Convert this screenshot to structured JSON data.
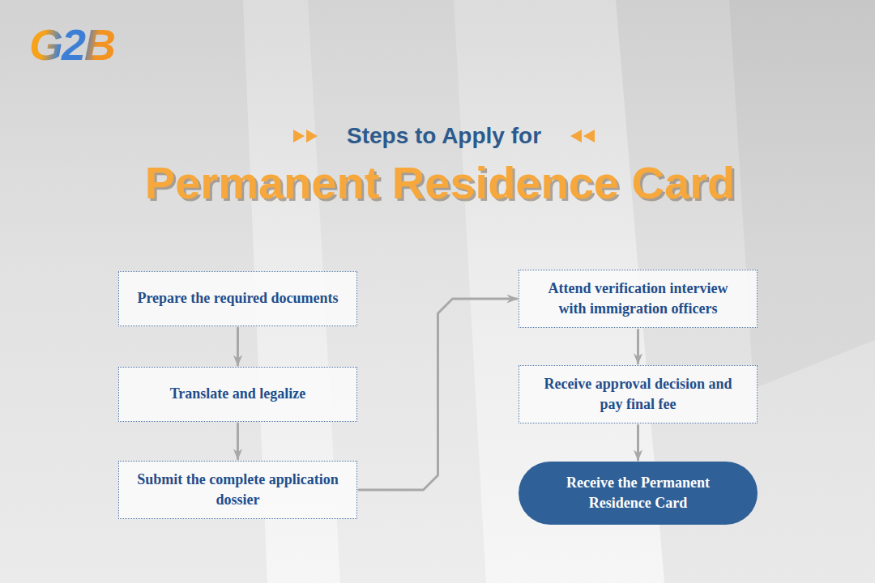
{
  "diagram": {
    "title": "Permanent Residence Card",
    "nodes": [
      {
        "text": [
          "Prepare the required documents"
        ]
      },
      {
        "text": [
          "Translate and legalize"
        ]
      },
      {
        "text": [
          "Submit the complete application dossier"
        ]
      },
      {
        "text": [
          "Attend verification interview with immigration officers"
        ]
      },
      {
        "text": [
          "Receive approval decision and pay final fee"
        ]
      },
      {
        "text": [
          "Receive the Permanent Residence Card"
        ]
      }
    ],
    "edges": [
      {
        "from": 0,
        "to": 1,
        "arrow": "to"
      },
      {
        "from": 1,
        "to": 2,
        "arrow": "to"
      },
      {
        "from": 2,
        "to": 3,
        "arrow": "to"
      },
      {
        "from": 3,
        "to": 4,
        "arrow": "to"
      },
      {
        "from": 4,
        "to": 5,
        "arrow": "to"
      }
    ],
    "labels": [
      "G2B",
      "Steps to Apply for"
    ]
  }
}
